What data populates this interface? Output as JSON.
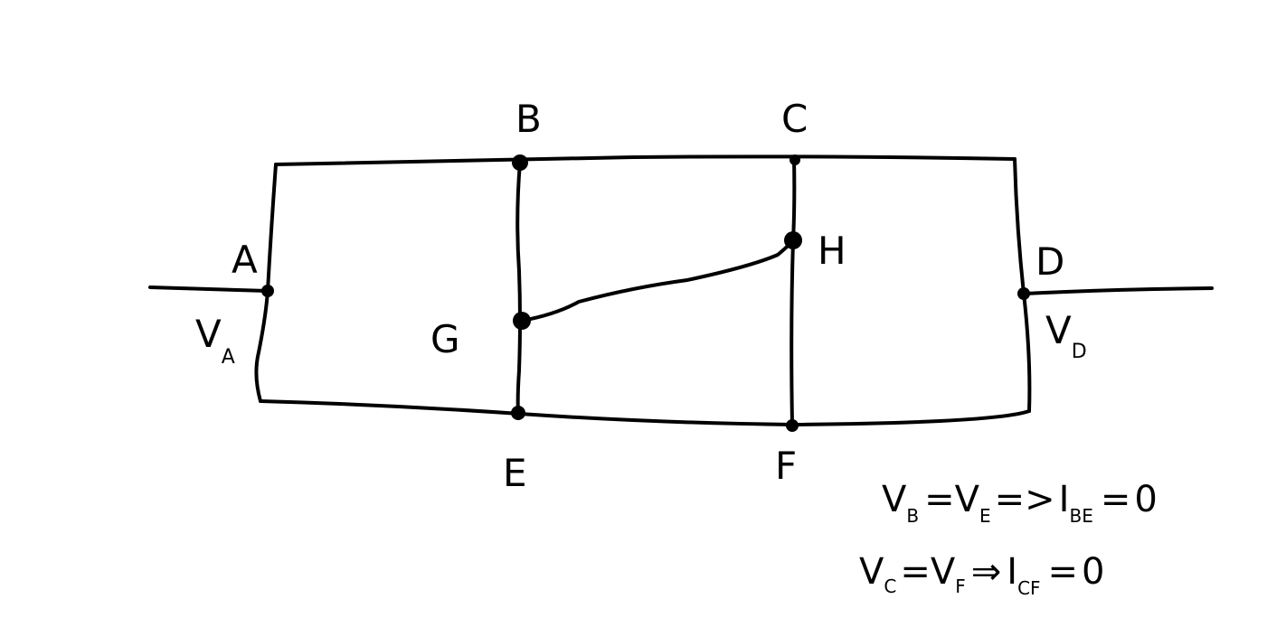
{
  "nodes": {
    "A": "A",
    "B": "B",
    "C": "C",
    "D": "D",
    "E": "E",
    "F": "F",
    "G": "G",
    "H": "H"
  },
  "voltages": {
    "left": {
      "main": "V",
      "sub": "A"
    },
    "right": {
      "main": "V",
      "sub": "D"
    }
  },
  "equations": {
    "eq1": {
      "lhs_main": "V",
      "lhs_sub": "B",
      "eq1": "=",
      "rhs_main": "V",
      "rhs_sub": "E",
      "arrow": "=>",
      "cur_main": "I",
      "cur_sub": "BE",
      "eq2": "=",
      "val": "0"
    },
    "eq2": {
      "lhs_main": "V",
      "lhs_sub": "C",
      "eq1": "=",
      "rhs_main": "V",
      "rhs_sub": "F",
      "arrow": "⇒",
      "cur_main": "I",
      "cur_sub": "CF",
      "eq2": "=",
      "val": "0"
    }
  }
}
